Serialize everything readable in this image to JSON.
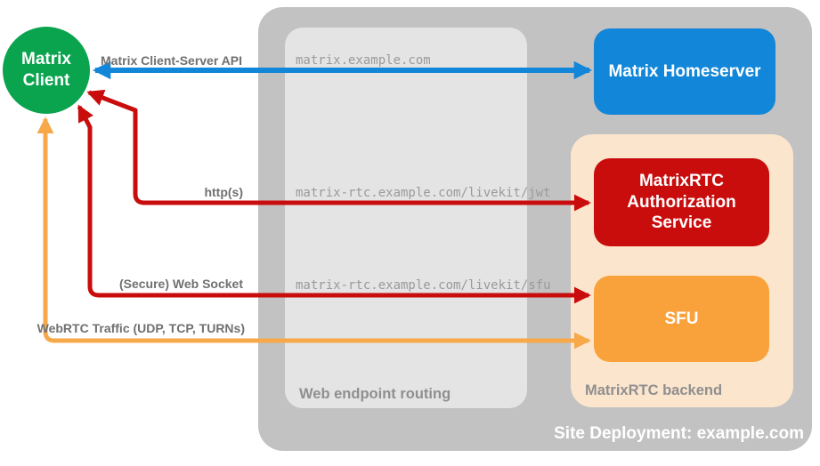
{
  "diagram": {
    "type": "architecture-diagram",
    "site_label": "Site Deployment: example.com",
    "nodes": {
      "client": {
        "label": "Matrix Client",
        "color": "#0AA44F"
      },
      "homeserver": {
        "label": "Matrix Homeserver",
        "color": "#1286D8"
      },
      "auth_service": {
        "label": "MatrixRTC Authorization Service",
        "color": "#C90C0C"
      },
      "sfu": {
        "label": "SFU",
        "color": "#F9A23C"
      }
    },
    "routing": {
      "label": "Web endpoint routing",
      "endpoints": [
        "matrix.example.com",
        "matrix-rtc.example.com/livekit/jwt",
        "matrix-rtc.example.com/livekit/sfu"
      ]
    },
    "backend": {
      "label": "MatrixRTC backend",
      "color": "#FCE5CD"
    },
    "connections": [
      {
        "label": "Matrix Client-Server API",
        "from": "Matrix Client",
        "to": "Matrix Homeserver",
        "via": "matrix.example.com",
        "color": "#1286D8",
        "style": "double-arrow"
      },
      {
        "label": "http(s)",
        "from": "Matrix Client",
        "to": "MatrixRTC Authorization Service",
        "via": "matrix-rtc.example.com/livekit/jwt",
        "color": "#C90C0C",
        "style": "double-arrow"
      },
      {
        "label": "(Secure) Web Socket",
        "from": "Matrix Client",
        "to": "SFU",
        "via": "matrix-rtc.example.com/livekit/sfu",
        "color": "#C90C0C",
        "style": "double-arrow"
      },
      {
        "label": "WebRTC Traffic (UDP, TCP, TURNs)",
        "from": "Matrix Client",
        "to": "SFU",
        "color": "#F7A94A",
        "style": "double-arrow"
      }
    ]
  }
}
